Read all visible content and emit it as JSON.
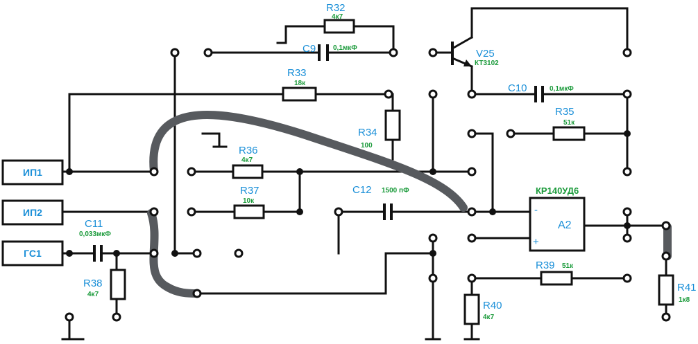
{
  "connectors": {
    "ip1": "ИП1",
    "ip2": "ИП2",
    "gs1": "ГС1"
  },
  "components": {
    "r32": {
      "ref": "R32",
      "value": "4к7"
    },
    "c9": {
      "ref": "C9",
      "value": "0,1мкФ"
    },
    "v25": {
      "ref": "V25",
      "value": "КТ3102"
    },
    "r33": {
      "ref": "R33",
      "value": "18к"
    },
    "c10": {
      "ref": "C10",
      "value": "0,1мкФ"
    },
    "r35": {
      "ref": "R35",
      "value": "51к"
    },
    "r34": {
      "ref": "R34",
      "value": "100"
    },
    "r36": {
      "ref": "R36",
      "value": "4к7"
    },
    "r37": {
      "ref": "R37",
      "value": "10к"
    },
    "c12": {
      "ref": "C12",
      "value": "1500 пФ"
    },
    "a2": {
      "ref": "A2",
      "type": "КР140УД6",
      "minus": "-",
      "plus": "+"
    },
    "c11": {
      "ref": "C11",
      "value": "0,033мкФ"
    },
    "r38": {
      "ref": "R38",
      "value": "4к7"
    },
    "r39": {
      "ref": "R39",
      "value": "51к"
    },
    "r40": {
      "ref": "R40",
      "value": "4к7"
    },
    "r41": {
      "ref": "R41",
      "value": "1к8"
    }
  }
}
